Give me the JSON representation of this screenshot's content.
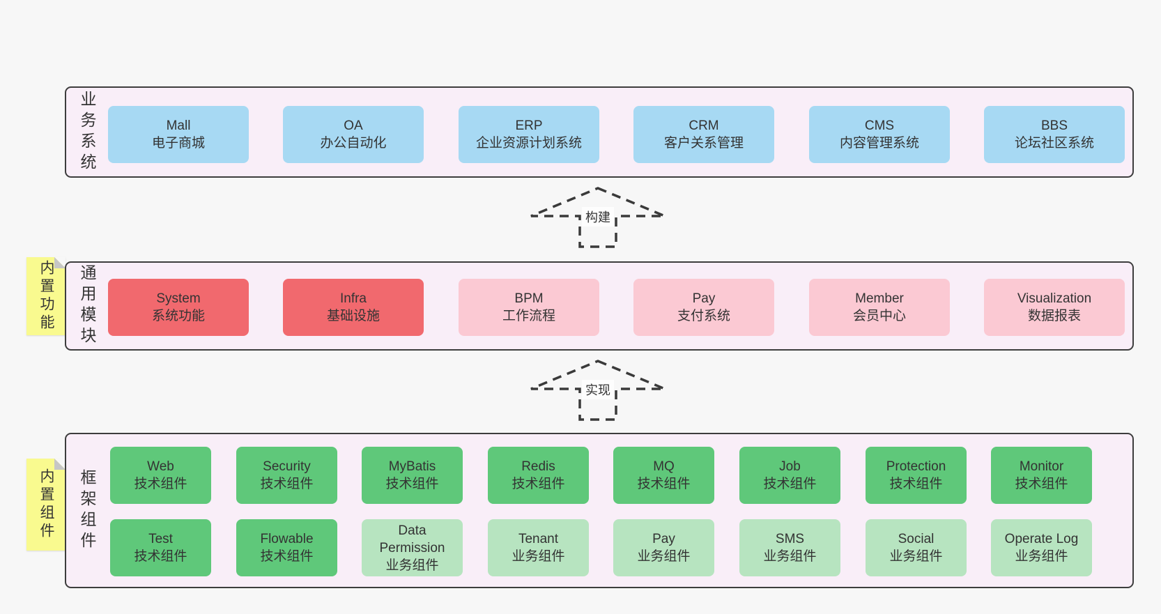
{
  "colors": {
    "page_bg": "#f7f7f7",
    "panel_bg": "#f9eef8",
    "panel_border": "#3d3d3d",
    "blue": "#a7d9f3",
    "red": "#f1696e",
    "pink": "#fbc9d3",
    "green": "#5fc87a",
    "green_light": "#b7e4c0",
    "sticky": "#f9fa8f",
    "sticky_fold": "#c6c6c6",
    "text": "#333333",
    "arrow": "#3a3a3a"
  },
  "sections": [
    {
      "side_label": "业务系统",
      "boxes": [
        {
          "title": "Mall",
          "subtitle": "电子商城",
          "variant": "blue"
        },
        {
          "title": "OA",
          "subtitle": "办公自动化",
          "variant": "blue"
        },
        {
          "title": "ERP",
          "subtitle": "企业资源计划系统",
          "variant": "blue"
        },
        {
          "title": "CRM",
          "subtitle": "客户关系管理",
          "variant": "blue"
        },
        {
          "title": "CMS",
          "subtitle": "内容管理系统",
          "variant": "blue"
        },
        {
          "title": "BBS",
          "subtitle": "论坛社区系统",
          "variant": "blue"
        }
      ]
    },
    {
      "side_label": "通用模块",
      "sticky_label": "内置功能",
      "boxes": [
        {
          "title": "System",
          "subtitle": "系统功能",
          "variant": "red"
        },
        {
          "title": "Infra",
          "subtitle": "基础设施",
          "variant": "red"
        },
        {
          "title": "BPM",
          "subtitle": "工作流程",
          "variant": "pink"
        },
        {
          "title": "Pay",
          "subtitle": "支付系统",
          "variant": "pink"
        },
        {
          "title": "Member",
          "subtitle": "会员中心",
          "variant": "pink"
        },
        {
          "title": "Visualization",
          "subtitle": "数据报表",
          "variant": "pink"
        }
      ]
    },
    {
      "side_label": "框架组件",
      "sticky_label": "内置组件",
      "rows": [
        {
          "boxes": [
            {
              "title": "Web",
              "subtitle": "技术组件",
              "variant": "green"
            },
            {
              "title": "Security",
              "subtitle": "技术组件",
              "variant": "green"
            },
            {
              "title": "MyBatis",
              "subtitle": "技术组件",
              "variant": "green"
            },
            {
              "title": "Redis",
              "subtitle": "技术组件",
              "variant": "green"
            },
            {
              "title": "MQ",
              "subtitle": "技术组件",
              "variant": "green"
            },
            {
              "title": "Job",
              "subtitle": "技术组件",
              "variant": "green"
            },
            {
              "title": "Protection",
              "subtitle": "技术组件",
              "variant": "green"
            },
            {
              "title": "Monitor",
              "subtitle": "技术组件",
              "variant": "green"
            }
          ]
        },
        {
          "boxes": [
            {
              "title": "Test",
              "subtitle": "技术组件",
              "variant": "green"
            },
            {
              "title": "Flowable",
              "subtitle": "技术组件",
              "variant": "green"
            },
            {
              "title": "Data Permission",
              "subtitle": "业务组件",
              "variant": "green-light"
            },
            {
              "title": "Tenant",
              "subtitle": "业务组件",
              "variant": "green-light"
            },
            {
              "title": "Pay",
              "subtitle": "业务组件",
              "variant": "green-light"
            },
            {
              "title": "SMS",
              "subtitle": "业务组件",
              "variant": "green-light"
            },
            {
              "title": "Social",
              "subtitle": "业务组件",
              "variant": "green-light"
            },
            {
              "title": "Operate Log",
              "subtitle": "业务组件",
              "variant": "green-light"
            }
          ]
        }
      ]
    }
  ],
  "arrows": [
    {
      "label": "构建"
    },
    {
      "label": "实现"
    }
  ]
}
